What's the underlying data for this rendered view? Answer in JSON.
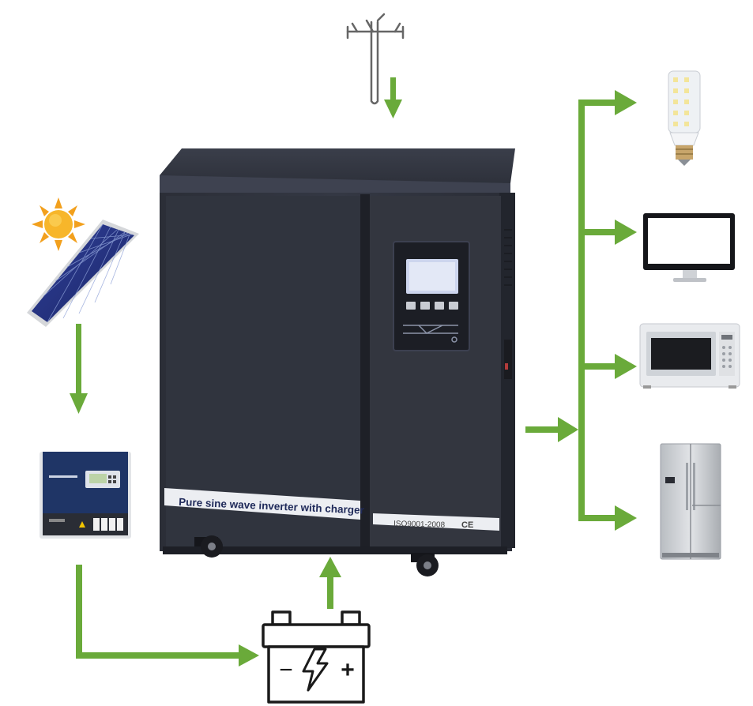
{
  "diagram": {
    "inverter": {
      "front_label": "Pure sine wave inverter with charger",
      "cert_label": "ISO9001-2008",
      "ce_mark": "CE"
    },
    "battery": {
      "minus": "−",
      "plus": "+"
    },
    "colors": {
      "arrow": "#6aaa3a",
      "cabinet": "#2f3340",
      "cabinet_dark": "#23262f",
      "controller_blue": "#1f3566"
    },
    "icons": [
      "utility-pole-icon",
      "solar-panel-icon",
      "sun-icon",
      "charge-controller-icon",
      "battery-icon",
      "led-bulb-icon",
      "monitor-icon",
      "microwave-icon",
      "refrigerator-icon"
    ]
  }
}
